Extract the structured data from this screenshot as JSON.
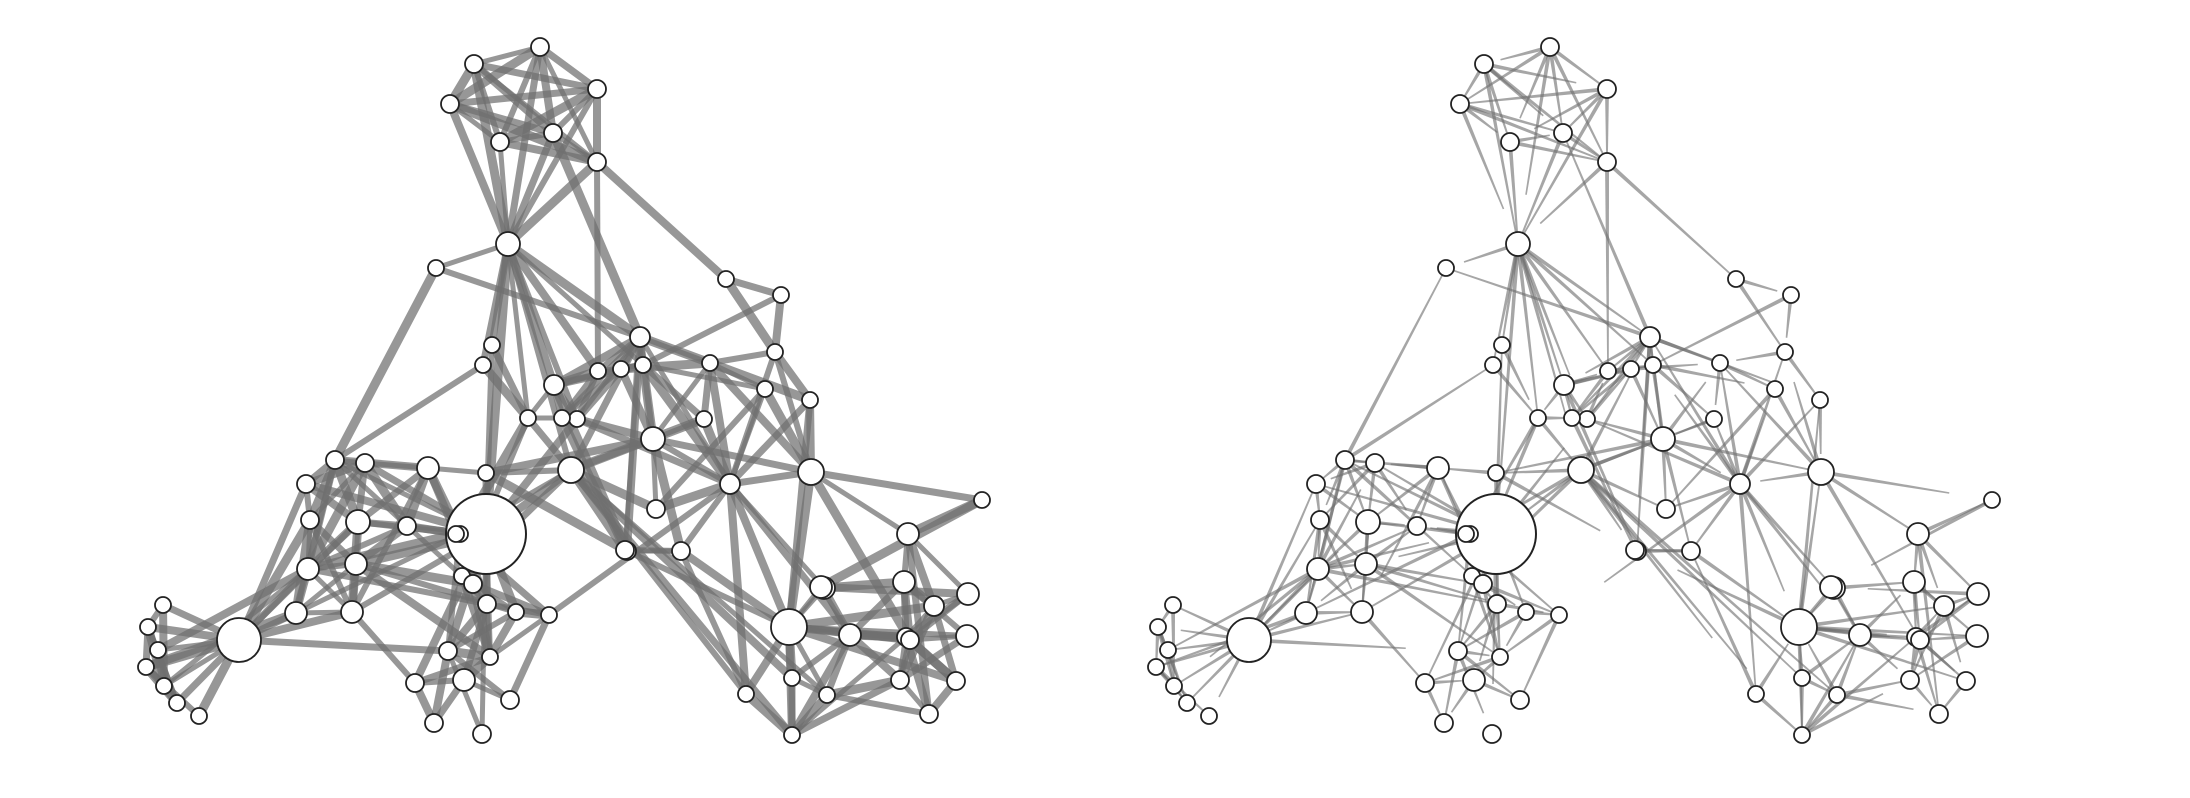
{
  "colors": {
    "background": "#ffffff",
    "edge": "#6f6f6f",
    "node_fill": "#ffffff",
    "node_stroke": "#222222"
  },
  "panels": [
    {
      "id": "left",
      "edge_style": "uniform-thick"
    },
    {
      "id": "right",
      "edge_style": "tapered-directed"
    }
  ]
}
